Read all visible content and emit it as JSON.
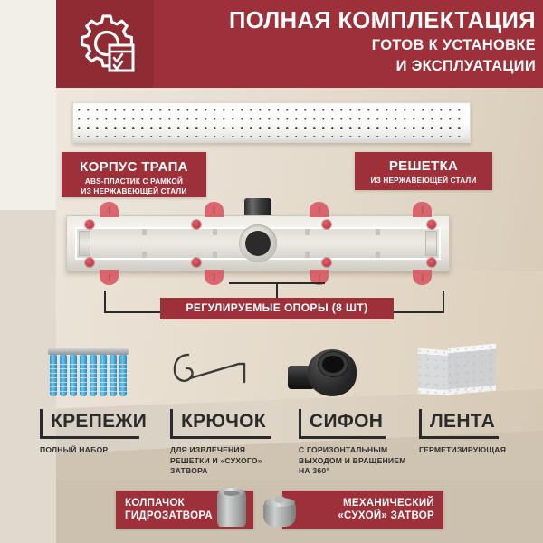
{
  "header": {
    "icon": "gear-checklist-icon",
    "title": "ПОЛНАЯ КОМПЛЕКТАЦИЯ",
    "subtitle_line1": "ГОТОВ К УСТАНОВКЕ",
    "subtitle_line2": "И ЭКСПЛУАТАЦИИ",
    "bg_color": "#9d3039",
    "icon_pane_color": "#8e2b33"
  },
  "product": {
    "grate_image": "stainless-perforated-grate",
    "body_image": "abs-plastic-drain-body",
    "siphon_outlet": "black-siphon-outlet"
  },
  "callouts": {
    "body": {
      "title": "КОРПУС ТРАПА",
      "desc_line1": "ABS-ПЛАСТИК С РАМКОЙ",
      "desc_line2": "ИЗ НЕРЖАВЕЮЩЕЙ СТАЛИ"
    },
    "grate": {
      "title": "РЕШЕТКА",
      "desc_line1": "ИЗ НЕРЖАВЕЮЩЕЙ СТАЛИ"
    },
    "supports": {
      "title": "РЕГУЛИРУЕМЫЕ ОПОРЫ (8 ШТ)",
      "count": 8
    }
  },
  "accessories": [
    {
      "icon": "anchor-screws-icon",
      "title": "КРЕПЕЖИ",
      "desc_line1": "ПОЛНЫЙ НАБОР",
      "desc_line2": "",
      "desc_line3": ""
    },
    {
      "icon": "wire-hook-icon",
      "title": "КРЮЧОК",
      "desc_line1": "ДЛЯ ИЗВЛЕЧЕНИЯ",
      "desc_line2": "РЕШЕТКИ И «СУХОГО»",
      "desc_line3": "ЗАТВОРА"
    },
    {
      "icon": "siphon-icon",
      "title": "СИФОН",
      "desc_line1": "С ГОРИЗОНТАЛЬНЫМ",
      "desc_line2": "ВЫХОДОМ И ВРАЩЕНИЕМ",
      "desc_line3": "НА 360°"
    },
    {
      "icon": "sealing-tape-icon",
      "title": "ЛЕНТА",
      "desc_line1": "ГЕРМЕТИЗИРУЮЩАЯ",
      "desc_line2": "",
      "desc_line3": ""
    }
  ],
  "badges": {
    "cap": {
      "line1": "КОЛПАЧОК",
      "line2": "ГИДРОЗАТВОРА",
      "icon": "water-seal-cap-icon"
    },
    "dry": {
      "line1": "МЕХАНИЧЕСКИЙ",
      "line2": "«СУХОЙ» ЗАТВОР",
      "icon": "mechanical-dry-trap-icon"
    }
  },
  "colors": {
    "brand_red": "#9d3039",
    "dark_red": "#8e2b33",
    "ink": "#2b2b2b",
    "bg_tan": "#ded5c8",
    "bg_tan_dark": "#ccc0ae",
    "accent_blue": "#2f93c9",
    "foot_red": "#d9535f"
  }
}
